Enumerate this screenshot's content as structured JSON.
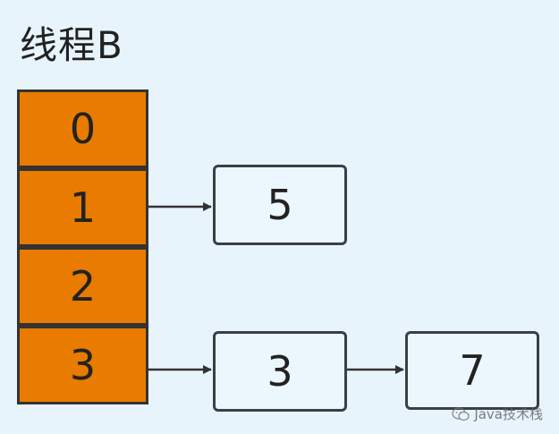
{
  "title": "线程B",
  "table": {
    "cells": [
      "0",
      "1",
      "2",
      "3"
    ]
  },
  "nodes": {
    "n5": "5",
    "n3": "3",
    "n7": "7"
  },
  "watermark": {
    "text": "Java技术栈",
    "icon": "wechat-icon"
  },
  "colors": {
    "background": "#e8f4fc",
    "cell_fill": "#e87b00",
    "border": "#333333",
    "node_fill": "#ecf6fd"
  }
}
